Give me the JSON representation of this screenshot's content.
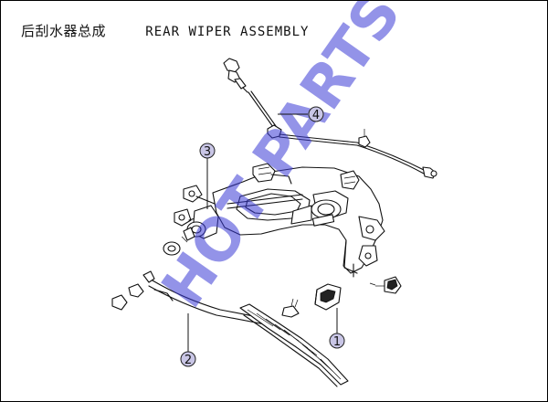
{
  "title": {
    "cn": "后刮水器总成",
    "en": "REAR WIPER ASSEMBLY"
  },
  "callouts": [
    {
      "id": "callout-1",
      "label": "1"
    },
    {
      "id": "callout-2",
      "label": "2"
    },
    {
      "id": "callout-3",
      "label": "3"
    },
    {
      "id": "callout-4",
      "label": "4"
    }
  ],
  "watermark": "HOT PARTS",
  "colors": {
    "callout_fill": "#c9c6e6",
    "watermark": "#3b3bd6",
    "line": "#111111"
  }
}
